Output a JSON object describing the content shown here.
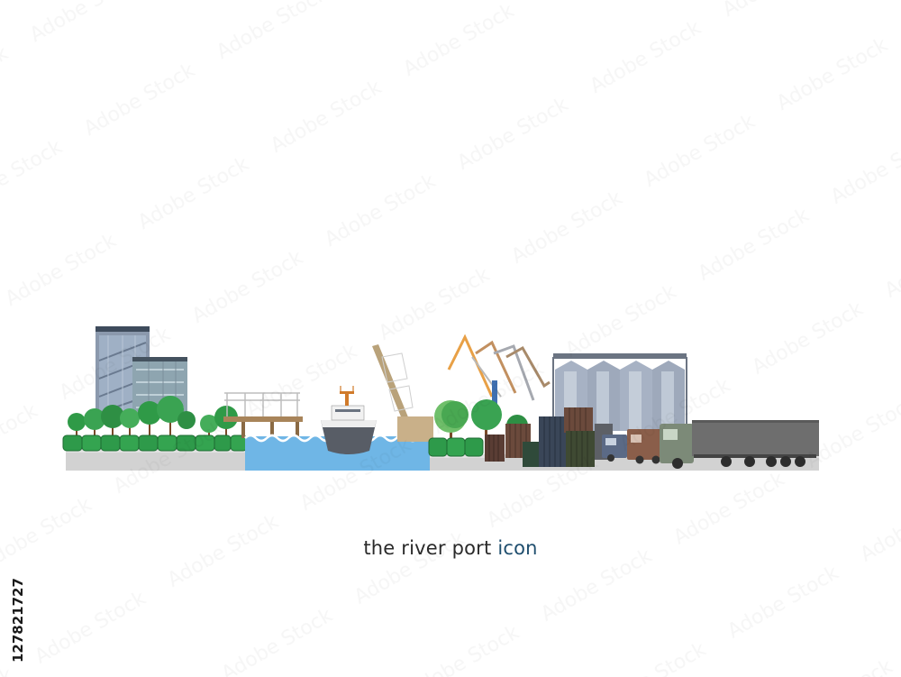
{
  "caption": {
    "main": "the river port ",
    "accent": "icon"
  },
  "stock_id": "127821727",
  "watermark_text": "Adobe Stock",
  "colors": {
    "water": "#6fb6e6",
    "ground": "#d0d0d0",
    "tree": "#3a9a4a",
    "bush": "#2e9a4a",
    "building": "#8ea0b8",
    "silo": "#a7b2c4",
    "ship_hull": "#585d66",
    "truck": "#6e6e6e",
    "caption_accent": "#1f4e6e"
  }
}
